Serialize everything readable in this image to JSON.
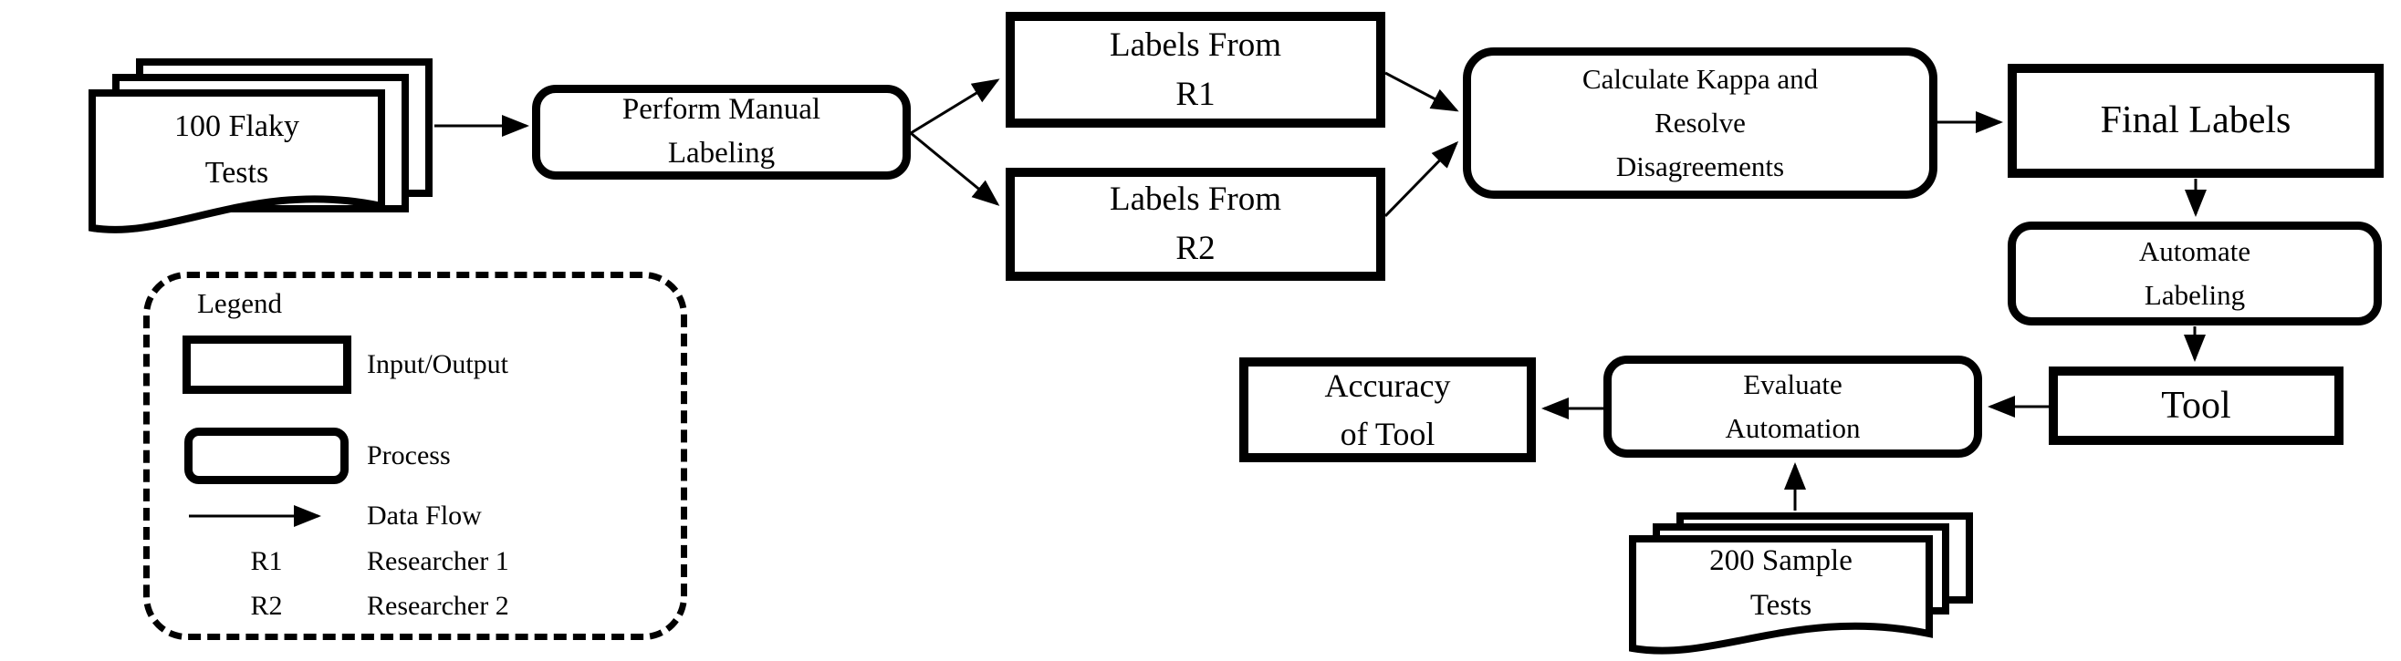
{
  "colors": {
    "ink": "#000000",
    "paper": "#ffffff"
  },
  "nodes": {
    "flaky_tests": {
      "type": "document",
      "lines": [
        "100 Flaky",
        "Tests"
      ]
    },
    "perform_manual_labeling": {
      "type": "process",
      "lines": [
        "Perform Manual",
        "Labeling"
      ]
    },
    "labels_from_r1": {
      "type": "input-output",
      "lines": [
        "Labels From",
        "R1"
      ]
    },
    "labels_from_r2": {
      "type": "input-output",
      "lines": [
        "Labels From",
        "R2"
      ]
    },
    "calculate_kappa": {
      "type": "process",
      "lines": [
        "Calculate Kappa and",
        "Resolve",
        "Disagreements"
      ]
    },
    "final_labels": {
      "type": "input-output",
      "label": "Final Labels"
    },
    "automate_labeling": {
      "type": "process",
      "lines": [
        "Automate",
        "Labeling"
      ]
    },
    "tool": {
      "type": "input-output",
      "label": "Tool"
    },
    "evaluate_automation": {
      "type": "process",
      "lines": [
        "Evaluate",
        "Automation"
      ]
    },
    "accuracy_of_tool": {
      "type": "input-output",
      "lines": [
        "Accuracy",
        "of Tool"
      ]
    },
    "sample_tests": {
      "type": "document",
      "lines": [
        "200 Sample",
        "Tests"
      ]
    }
  },
  "legend": {
    "title": "Legend",
    "items": [
      {
        "key": "input-output-swatch",
        "label": "Input/Output"
      },
      {
        "key": "process-swatch",
        "label": "Process"
      },
      {
        "key": "data-flow-arrow",
        "label": "Data Flow"
      },
      {
        "key": "R1",
        "label": "Researcher 1"
      },
      {
        "key": "R2",
        "label": "Researcher 2"
      }
    ]
  }
}
